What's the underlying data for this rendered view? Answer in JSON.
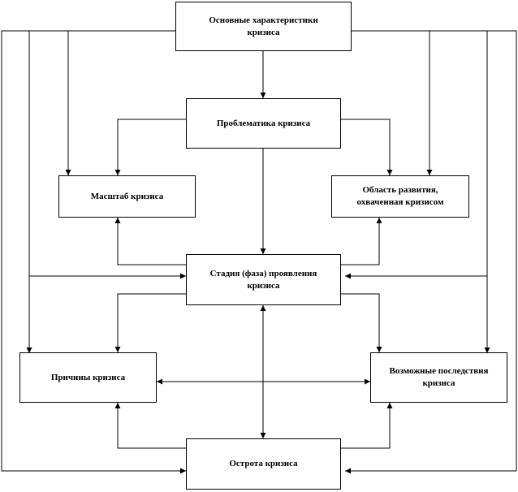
{
  "boxes": {
    "main": "Основные характеристики\nкризиса",
    "problem": "Проблематика кризиса",
    "scale": "Масштаб кризиса",
    "area": "Область развития,\nохваченная кризисом",
    "stage": "Стадия (фаза) проявления\nкризиса",
    "causes": "Причины кризиса",
    "consequences": "Возможные последствия\nкризиса",
    "severity": "Острота кризиса"
  }
}
